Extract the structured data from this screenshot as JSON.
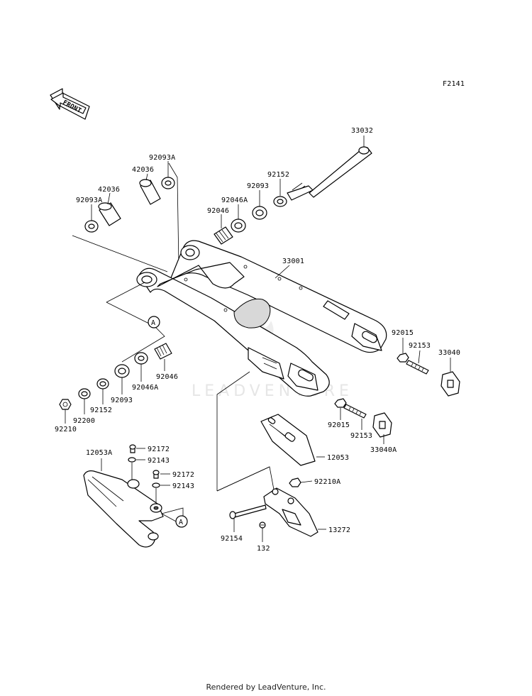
{
  "figure_code": "F2141",
  "front_marker": "FRONT",
  "ref_marker": "A",
  "watermark": "LEADVENTURE",
  "footer": "Rendered by LeadVenture, Inc.",
  "parts": {
    "p33032": "33032",
    "p92093a_top": "92093A",
    "p42036_top": "42036",
    "p42036_left": "42036",
    "p92093a_left": "92093A",
    "p92152_top": "92152",
    "p92093_top": "92093",
    "p92046a_top": "92046A",
    "p92046_top": "92046",
    "p33001": "33001",
    "p92015_right": "92015",
    "p92153_right": "92153",
    "p33040": "33040",
    "p92046_low": "92046",
    "p92046a_low": "92046A",
    "p92093_low": "92093",
    "p92152_low": "92152",
    "p92200": "92200",
    "p92210": "92210",
    "p92015_low": "92015",
    "p92153_low": "92153",
    "p33040a": "33040A",
    "p12053": "12053",
    "p12053a": "12053A",
    "p92172_a": "92172",
    "p92143_a": "92143",
    "p92172_b": "92172",
    "p92143_b": "92143",
    "p92210a": "92210A",
    "p92154": "92154",
    "p132": "132",
    "p13272": "13272"
  }
}
